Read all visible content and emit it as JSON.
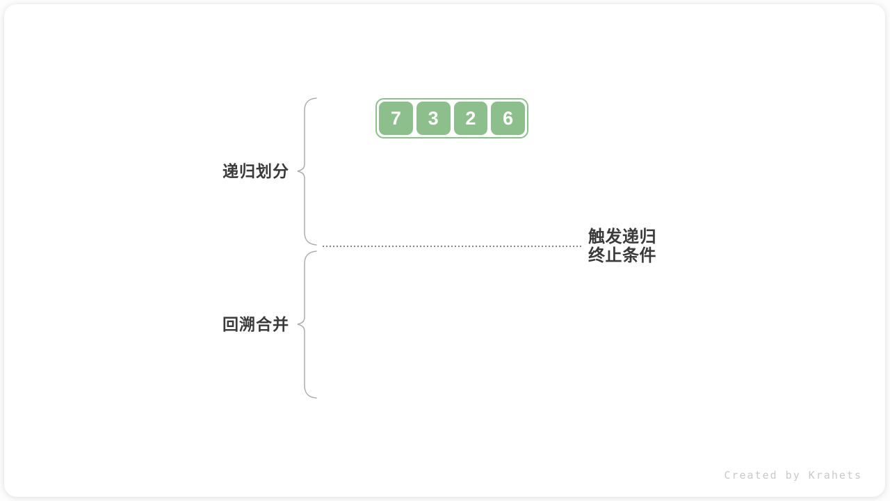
{
  "array": {
    "values": [
      "7",
      "3",
      "2",
      "6"
    ]
  },
  "labels": {
    "divide_phase": "递归划分",
    "merge_phase": "回溯合并",
    "termination_line1": "触发递归",
    "termination_line2": "终止条件"
  },
  "watermark": "Created by Krahets",
  "colors": {
    "array_green": "#8cbf8c",
    "array_number_text": "#ffffff",
    "label_text": "#3a3a3a",
    "brace_gray": "#ababab",
    "dotted_line_gray": "#858585",
    "watermark_gray": "#c9c9c9",
    "card_background": "#ffffff",
    "page_background": "#fdfdfd"
  }
}
